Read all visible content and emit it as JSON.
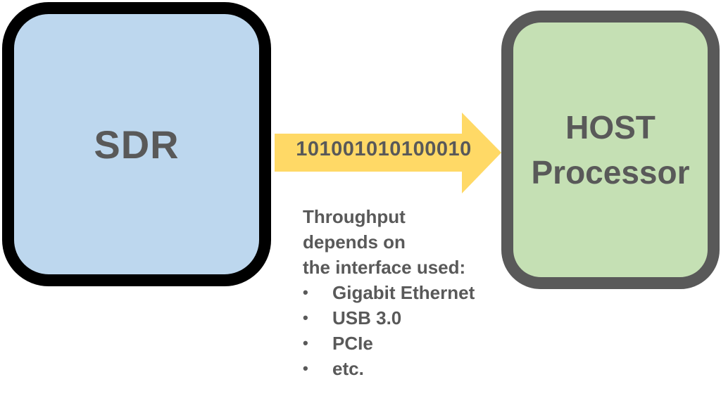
{
  "sdr": {
    "label": "SDR",
    "fill_color": "#BDD7EE",
    "border_color": "#000000"
  },
  "host": {
    "line1": "HOST",
    "line2": "Processor",
    "fill_color": "#C5E0B4",
    "border_color": "#595959"
  },
  "arrow": {
    "bits": "101001010100010",
    "fill_color": "#FFD966"
  },
  "notes": {
    "intro_lines": [
      "Throughput",
      "depends on",
      "the interface used:"
    ],
    "bullet_glyph": "•",
    "interfaces": [
      "Gigabit Ethernet",
      "USB 3.0",
      "PCIe",
      "etc."
    ]
  }
}
